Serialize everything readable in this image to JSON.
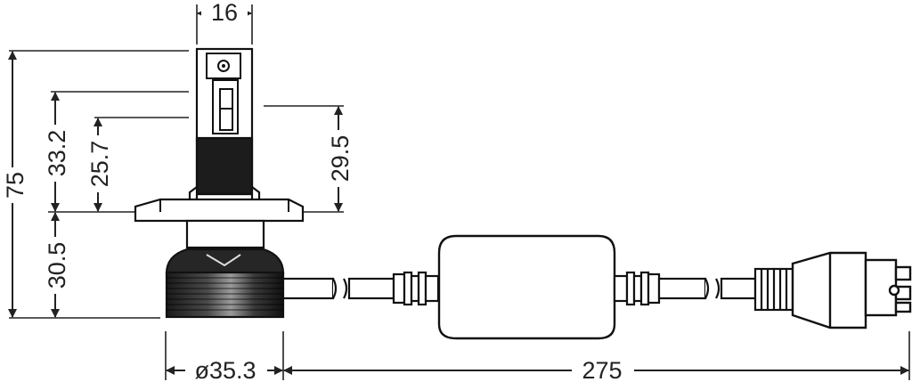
{
  "dimensions": {
    "top_width": "16",
    "total_height": "75",
    "upper_height": "33.2",
    "mid_height": "25.7",
    "right_height": "29.5",
    "base_height": "30.5",
    "diameter": "ø35.3",
    "cable_length": "275"
  },
  "colors": {
    "stroke": "#111111",
    "bulb_body": "#1c1c1c",
    "heatsink_dark": "#1a1a1a",
    "heatsink_light": "#9a9a9a",
    "module_fill": "#ffffff"
  }
}
